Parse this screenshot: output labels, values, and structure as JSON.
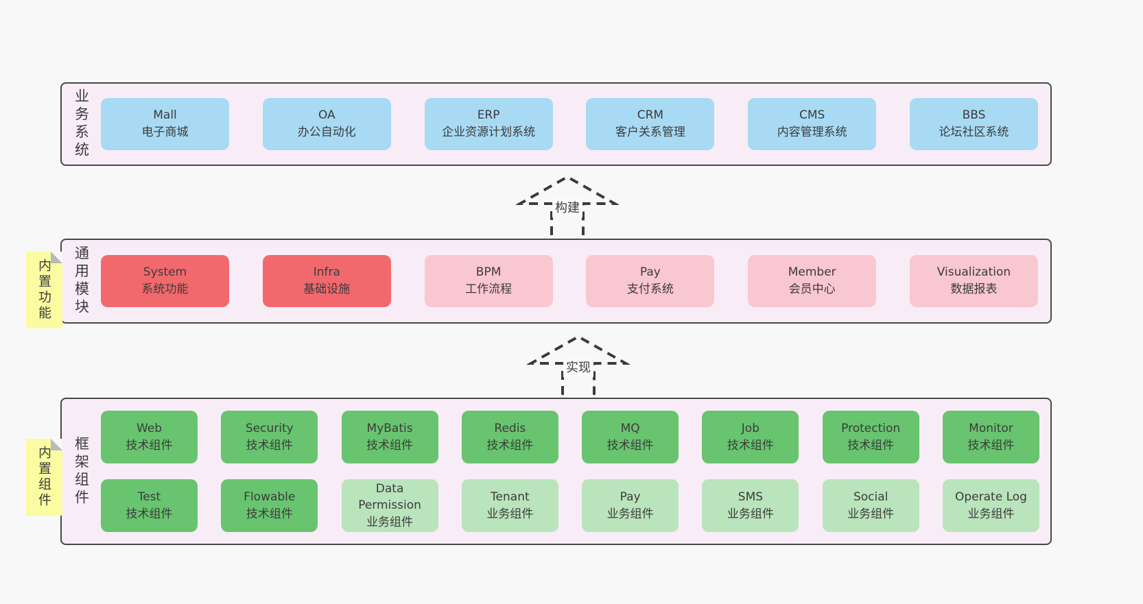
{
  "colors": {
    "page_bg": "#f8f8f8",
    "band_bg": "#f8edf7",
    "band_border": "#474747",
    "blue_box": "#a8daf4",
    "red_box": "#f1696d",
    "pink_box": "#f9c7d0",
    "green_dark_box": "#68c46f",
    "green_light_box": "#bae4bb",
    "sticky_yellow": "#fbfba1",
    "fold_gray": "#b9b9b9",
    "text": "#3b3b3b"
  },
  "arrows": [
    {
      "label": "构建"
    },
    {
      "label": "实现"
    }
  ],
  "bands": [
    {
      "label": "业务系统",
      "boxes": [
        {
          "name": "Mall",
          "desc": "电子商城"
        },
        {
          "name": "OA",
          "desc": "办公自动化"
        },
        {
          "name": "ERP",
          "desc": "企业资源计划系统"
        },
        {
          "name": "CRM",
          "desc": "客户关系管理"
        },
        {
          "name": "CMS",
          "desc": "内容管理系统"
        },
        {
          "name": "BBS",
          "desc": "论坛社区系统"
        }
      ]
    },
    {
      "label": "通用模块",
      "sticky": "内置功能",
      "boxes": [
        {
          "name": "System",
          "desc": "系统功能"
        },
        {
          "name": "Infra",
          "desc": "基础设施"
        },
        {
          "name": "BPM",
          "desc": "工作流程"
        },
        {
          "name": "Pay",
          "desc": "支付系统"
        },
        {
          "name": "Member",
          "desc": "会员中心"
        },
        {
          "name": "Visualization",
          "desc": "数据报表"
        }
      ]
    },
    {
      "label": "框架组件",
      "sticky": "内置组件",
      "boxes": [
        {
          "name": "Web",
          "desc": "技术组件"
        },
        {
          "name": "Security",
          "desc": "技术组件"
        },
        {
          "name": "MyBatis",
          "desc": "技术组件"
        },
        {
          "name": "Redis",
          "desc": "技术组件"
        },
        {
          "name": "MQ",
          "desc": "技术组件"
        },
        {
          "name": "Job",
          "desc": "技术组件"
        },
        {
          "name": "Protection",
          "desc": "技术组件"
        },
        {
          "name": "Monitor",
          "desc": "技术组件"
        },
        {
          "name": "Test",
          "desc": "技术组件"
        },
        {
          "name": "Flowable",
          "desc": "技术组件"
        },
        {
          "name": "Data Permission",
          "desc": "业务组件"
        },
        {
          "name": "Tenant",
          "desc": "业务组件"
        },
        {
          "name": "Pay",
          "desc": "业务组件"
        },
        {
          "name": "SMS",
          "desc": "业务组件"
        },
        {
          "name": "Social",
          "desc": "业务组件"
        },
        {
          "name": "Operate Log",
          "desc": "业务组件"
        }
      ]
    }
  ]
}
